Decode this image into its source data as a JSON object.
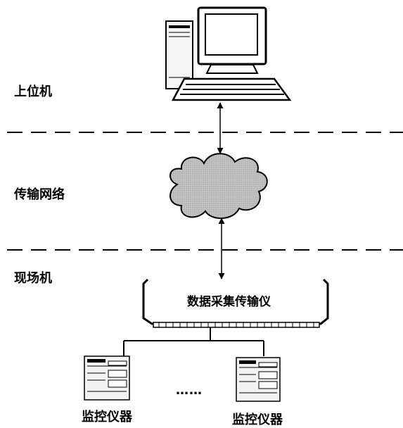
{
  "labels": {
    "upper_computer": "上位机",
    "transmission_network": "传输网络",
    "field_computer": "现场机",
    "data_collector": "数据采集传输仪",
    "monitor_left": "监控仪器",
    "monitor_right": "监控仪器",
    "ellipsis": "……"
  },
  "colors": {
    "line": "#000000",
    "cloud_fill": "#bdbdbd",
    "device_fill": "#f2f2f2",
    "background": "#ffffff"
  },
  "icons": {
    "computer": "desktop-computer-icon",
    "network": "cloud-icon",
    "instrument": "monitor-instrument-icon"
  }
}
